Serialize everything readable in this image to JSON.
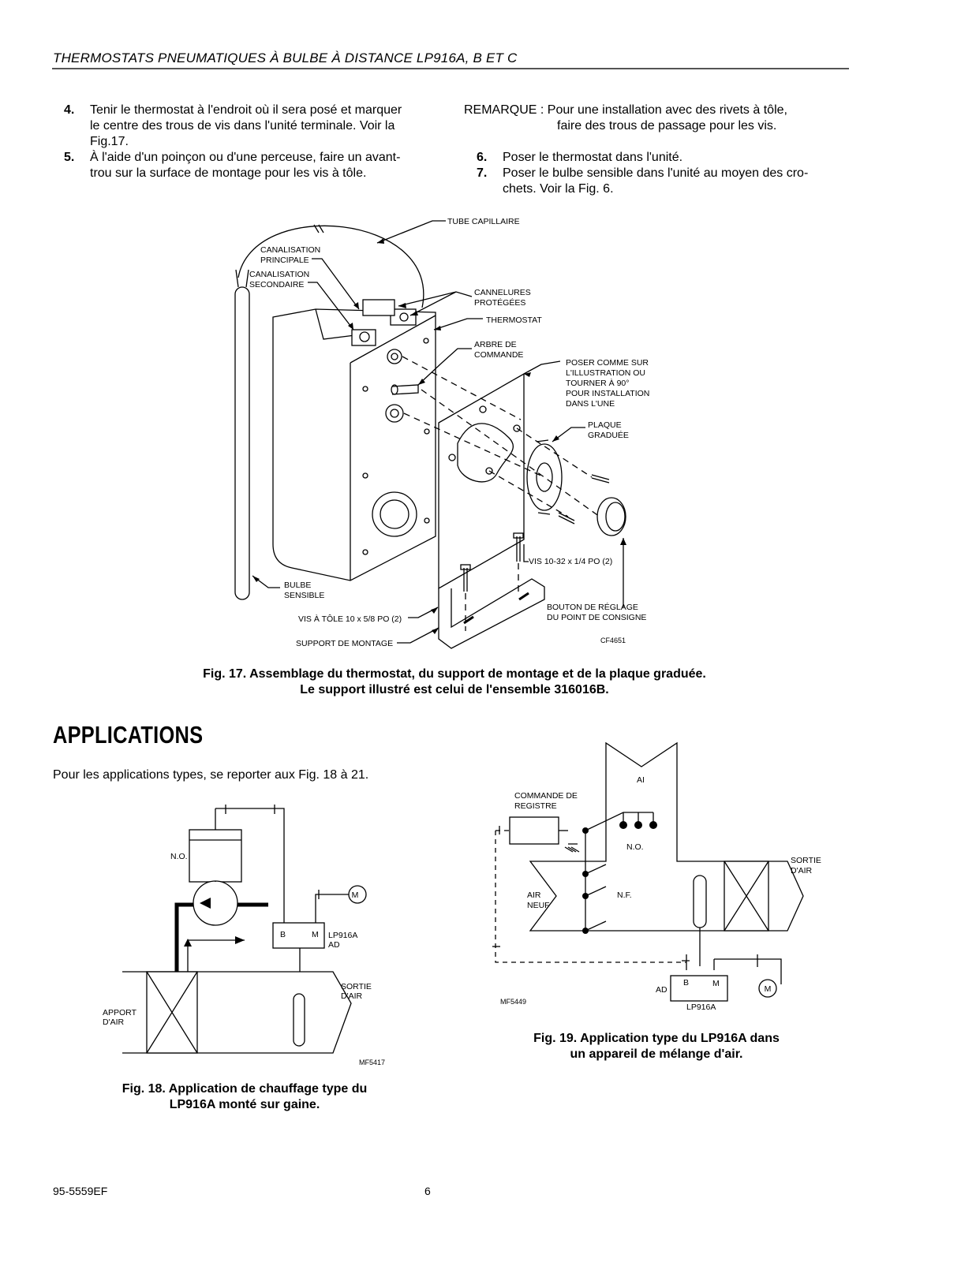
{
  "header": {
    "title": "THERMOSTATS PNEUMATIQUES À BULBE À DISTANCE LP916A, B ET C"
  },
  "steps_left": [
    {
      "num": "4.",
      "lines": [
        "Tenir le thermostat à l'endroit où il sera posé et marquer",
        "le centre des trous de vis dans l'unité terminale.  Voir la",
        "Fig.17."
      ]
    },
    {
      "num": "5.",
      "lines": [
        "À l'aide d'un poinçon ou d'une perceuse, faire un avant-",
        "trou sur la surface de montage pour les vis à tôle."
      ]
    }
  ],
  "remark": {
    "line1": "REMARQUE : Pour une installation avec des rivets à tôle,",
    "line2": "faire des trous de passage pour les vis."
  },
  "steps_right": [
    {
      "num": "6.",
      "lines": [
        "Poser le thermostat dans l'unité."
      ]
    },
    {
      "num": "7.",
      "lines": [
        "Poser le bulbe sensible dans l'unité au moyen des cro-",
        "chets.  Voir la Fig. 6."
      ]
    }
  ],
  "fig17": {
    "labels": {
      "tube": "TUBE CAPILLAIRE",
      "canal_principale_1": "CANALISATION",
      "canal_principale_2": "PRINCIPALE",
      "canal_secondaire_1": "CANALISATION",
      "canal_secondaire_2": "SECONDAIRE",
      "cannelures_1": "CANNELURES",
      "cannelures_2": "PROTÉGÉES",
      "thermostat": "THERMOSTAT",
      "arbre_1": "ARBRE DE",
      "arbre_2": "COMMANDE",
      "poser_1": "POSER COMME SUR",
      "poser_2": "L'ILLUSTRATION OU",
      "poser_3": "TOURNER À 90°",
      "poser_4": "POUR INSTALLATION",
      "poser_5": "DANS L'UNE",
      "plaque_1": "PLAQUE",
      "plaque_2": "GRADUÉE",
      "vis_1032": "VIS 10-32 x 1/4 PO (2)",
      "bulbe_1": "BULBE",
      "bulbe_2": "SENSIBLE",
      "vis_tole": "VIS À TÔLE 10 x 5/8 PO (2)",
      "bouton_1": "BOUTON DE RÉGLAGE",
      "bouton_2": "DU POINT DE CONSIGNE",
      "support": "SUPPORT DE MONTAGE",
      "code": "CF4651"
    },
    "caption_line1": "Fig. 17. Assemblage du thermostat, du support de montage et de la plaque graduée.",
    "caption_line2": "Le support illustré est celui de l'ensemble 316016B."
  },
  "applications": {
    "heading": "APPLICATIONS",
    "intro": "Pour les applications types, se reporter aux Fig. 18 à 21."
  },
  "fig18": {
    "labels": {
      "no": "N.O.",
      "m": "M",
      "b": "B",
      "m2": "M",
      "model_1": "LP916A",
      "model_2": "AD",
      "sortie_1": "SORTIE",
      "sortie_2": "D'AIR",
      "apport_1": "APPORT",
      "apport_2": "D'AIR",
      "code": "MF5417"
    },
    "caption_line1": "Fig. 18. Application de chauffage type du",
    "caption_line2": "LP916A monté sur gaine."
  },
  "fig19": {
    "labels": {
      "ai": "AI",
      "commande_1": "COMMANDE DE",
      "commande_2": "REGISTRE",
      "no": "N.O.",
      "sortie_1": "SORTIE",
      "sortie_2": "D'AIR",
      "air_1": "AIR",
      "air_2": "NEUF",
      "nf": "N.F.",
      "b": "B",
      "m": "M",
      "ad": "AD",
      "m_circle": "M",
      "model": "LP916A",
      "code": "MF5449"
    },
    "caption_line1": "Fig. 19. Application type du LP916A dans",
    "caption_line2": "un appareil de mélange d'air."
  },
  "footer": {
    "doc_number": "95-5559EF",
    "page": "6"
  }
}
